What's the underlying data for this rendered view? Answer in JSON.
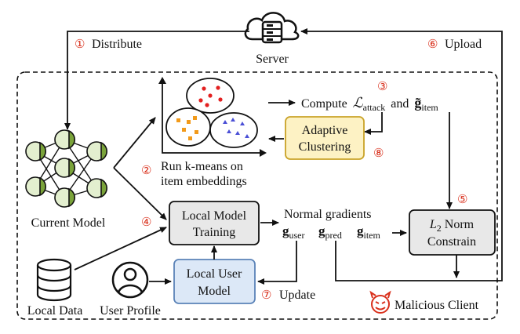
{
  "server": {
    "label": "Server"
  },
  "steps": {
    "s1": {
      "num": "①",
      "label": "Distribute"
    },
    "s2": {
      "num": "②",
      "line1": "Run k-means on",
      "line2": "item embeddings"
    },
    "s3": {
      "num": "③"
    },
    "s4": {
      "num": "④"
    },
    "s5": {
      "num": "⑤"
    },
    "s6": {
      "num": "⑥",
      "label": "Upload"
    },
    "s7": {
      "num": "⑦",
      "label": "Update"
    },
    "s8": {
      "num": "⑧"
    }
  },
  "compute": {
    "prefix": "Compute",
    "loss_symbol": "ℒ",
    "loss_sub": "attack",
    "conj": "and",
    "g_symbol": "g̃",
    "g_sub": "item"
  },
  "adaptive": {
    "line1": "Adaptive",
    "line2": "Clustering"
  },
  "local_training": {
    "line1": "Local Model",
    "line2": "Training"
  },
  "local_user": {
    "line1": "Local User",
    "line2": "Model"
  },
  "norm": {
    "symbol": "L",
    "sub": "2",
    "line1_rest": " Norm",
    "line2": "Constrain"
  },
  "gradients": {
    "title": "Normal gradients",
    "g_user": {
      "symbol": "g",
      "sub": "user"
    },
    "g_pred": {
      "symbol": "g",
      "sub": "pred"
    },
    "g_item": {
      "symbol": "g",
      "sub": "item"
    }
  },
  "current_model": {
    "label": "Current Model"
  },
  "local_data": {
    "label": "Local Data"
  },
  "user_profile": {
    "label": "User Profile"
  },
  "malicious": {
    "label": "Malicious Client",
    "icon": "devil-face-icon"
  },
  "colors": {
    "accent_red": "#d9301c",
    "adaptive_fill": "#fdf2c4",
    "adaptive_stroke": "#c9a227",
    "local_user_fill": "#dce8f7",
    "local_user_stroke": "#5b83b8",
    "gray_fill": "#e8e8e8",
    "node_green": "#7aa33a",
    "node_light": "#e3efcf",
    "dot_red": "#e32020",
    "dot_orange": "#f29a1a",
    "dot_blue": "#4a4fd6"
  }
}
